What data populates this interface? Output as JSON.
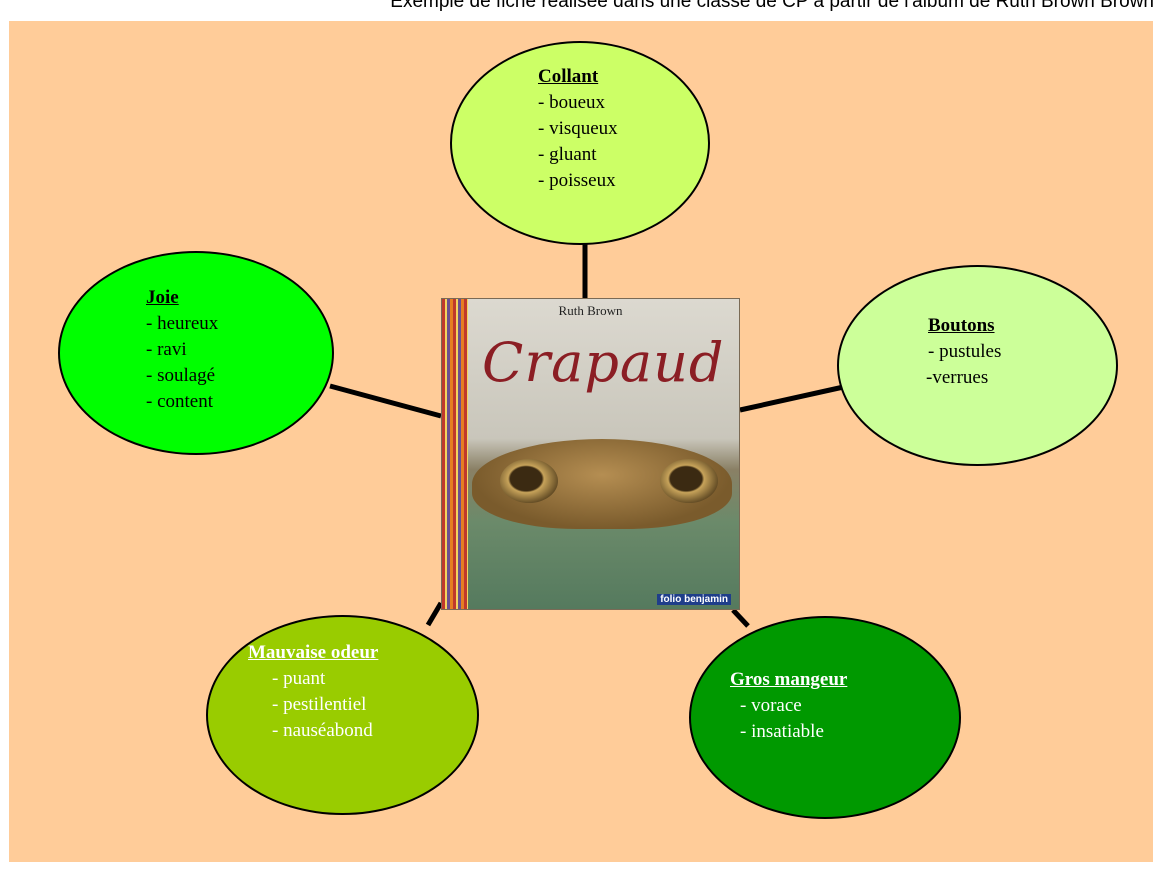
{
  "caption": "Exemple de fiche réalisée dans une classe de CP à partir de l'album de Ruth Brown Brown",
  "book": {
    "author": "Ruth Brown",
    "title": "Crapaud",
    "publisher": "folio benjamin"
  },
  "nodes": {
    "collant": {
      "heading": "Collant",
      "items": [
        "- boueux",
        "- visqueux",
        "- gluant",
        "- poisseux"
      ]
    },
    "joie": {
      "heading": "Joie",
      "items": [
        "- heureux",
        "- ravi",
        "- soulagé",
        "- content"
      ]
    },
    "boutons": {
      "heading": "Boutons",
      "items": [
        "- pustules",
        "-verrues"
      ]
    },
    "mauvaise": {
      "heading": "Mauvaise odeur",
      "items": [
        "- puant",
        "- pestilentiel",
        "- nauséabond"
      ]
    },
    "gros": {
      "heading": "Gros mangeur",
      "items": [
        "- vorace",
        "- insatiable"
      ]
    }
  },
  "colors": {
    "background": "#ffcc99",
    "collant": "#ccff66",
    "joie": "#00ff00",
    "boutons": "#ccff99",
    "mauvaise": "#99cc00",
    "gros": "#009900"
  }
}
